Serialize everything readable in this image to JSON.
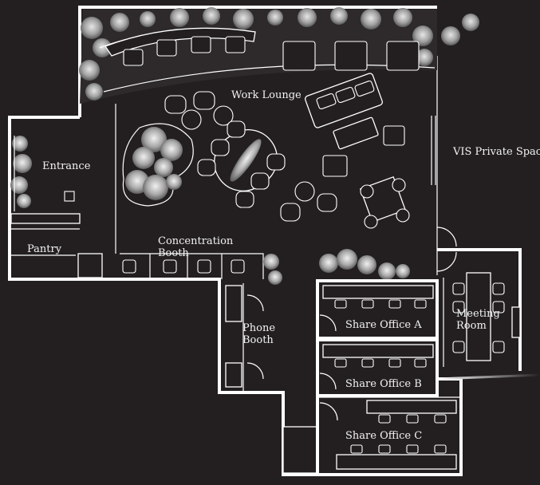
{
  "rooms": {
    "work_lounge": "Work Lounge",
    "entrance": "Entrance",
    "pantry": "Pantry",
    "concentration_booth_1": "Concentration",
    "concentration_booth_2": "Booth",
    "vis_private_space": "VIS Private Space",
    "phone_booth_1": "Phone",
    "phone_booth_2": "Booth",
    "meeting_room_1": "Meeting",
    "meeting_room_2": "Room",
    "share_office_a": "Share Office A",
    "share_office_b": "Share Office B",
    "share_office_c": "Share Office C"
  },
  "colors": {
    "background": "#231f20",
    "lines": "#ffffff",
    "foliage": "#bdbdbd"
  }
}
